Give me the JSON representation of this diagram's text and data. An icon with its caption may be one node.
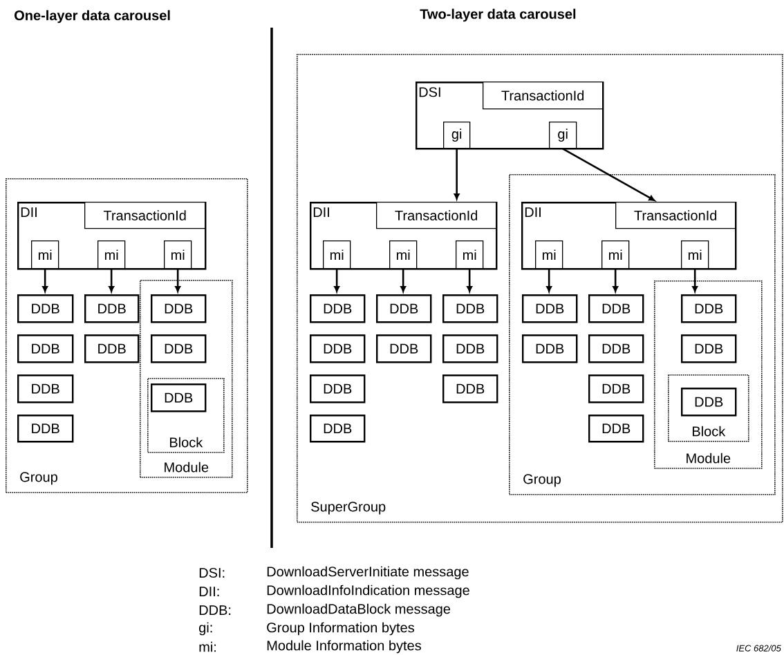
{
  "diagram": {
    "nodes": [
      {
        "text": [
          "Group"
        ]
      },
      {
        "text": [
          "DII"
        ],
        "in": 0
      },
      {
        "text": [
          "TransactionId"
        ],
        "in": 1
      },
      {
        "text": [
          "mi"
        ],
        "in": 1
      },
      {
        "text": [
          "mi"
        ],
        "in": 1
      },
      {
        "text": [
          "mi"
        ],
        "in": 1
      },
      {
        "text": [
          "DDB"
        ],
        "in": 0
      },
      {
        "text": [
          "DDB"
        ],
        "in": 0
      },
      {
        "text": [
          "DDB"
        ],
        "in": 0
      },
      {
        "text": [
          "DDB"
        ],
        "in": 0
      },
      {
        "text": [
          "DDB"
        ],
        "in": 0
      },
      {
        "text": [
          "DDB"
        ],
        "in": 0
      },
      {
        "text": [
          "Module"
        ],
        "in": 0
      },
      {
        "text": [
          "DDB"
        ],
        "in": 12
      },
      {
        "text": [
          "DDB"
        ],
        "in": 12
      },
      {
        "text": [
          "Block"
        ],
        "in": 12
      },
      {
        "text": [
          "DDB"
        ],
        "in": 15
      },
      {
        "text": [
          "SuperGroup"
        ]
      },
      {
        "text": [
          "DSI"
        ],
        "in": 17
      },
      {
        "text": [
          "TransactionId"
        ],
        "in": 18
      },
      {
        "text": [
          "gi"
        ],
        "in": 18
      },
      {
        "text": [
          "gi"
        ],
        "in": 18
      },
      {
        "text": [
          "DII"
        ],
        "in": 17
      },
      {
        "text": [
          "TransactionId"
        ],
        "in": 22
      },
      {
        "text": [
          "mi"
        ],
        "in": 22
      },
      {
        "text": [
          "mi"
        ],
        "in": 22
      },
      {
        "text": [
          "mi"
        ],
        "in": 22
      },
      {
        "text": [
          "DDB"
        ],
        "in": 17
      },
      {
        "text": [
          "DDB"
        ],
        "in": 17
      },
      {
        "text": [
          "DDB"
        ],
        "in": 17
      },
      {
        "text": [
          "DDB"
        ],
        "in": 17
      },
      {
        "text": [
          "DDB"
        ],
        "in": 17
      },
      {
        "text": [
          "DDB"
        ],
        "in": 17
      },
      {
        "text": [
          "DDB"
        ],
        "in": 17
      },
      {
        "text": [
          "DDB"
        ],
        "in": 17
      },
      {
        "text": [
          "DDB"
        ],
        "in": 17
      },
      {
        "text": [
          "Group"
        ],
        "in": 17
      },
      {
        "text": [
          "DII"
        ],
        "in": 36
      },
      {
        "text": [
          "TransactionId"
        ],
        "in": 37
      },
      {
        "text": [
          "mi"
        ],
        "in": 37
      },
      {
        "text": [
          "mi"
        ],
        "in": 37
      },
      {
        "text": [
          "mi"
        ],
        "in": 37
      },
      {
        "text": [
          "DDB"
        ],
        "in": 36
      },
      {
        "text": [
          "DDB"
        ],
        "in": 36
      },
      {
        "text": [
          "DDB"
        ],
        "in": 36
      },
      {
        "text": [
          "DDB"
        ],
        "in": 36
      },
      {
        "text": [
          "DDB"
        ],
        "in": 36
      },
      {
        "text": [
          "DDB"
        ],
        "in": 36
      },
      {
        "text": [
          "Module"
        ],
        "in": 36
      },
      {
        "text": [
          "DDB"
        ],
        "in": 48
      },
      {
        "text": [
          "DDB"
        ],
        "in": 48
      },
      {
        "text": [
          "Block"
        ],
        "in": 48
      },
      {
        "text": [
          "DDB"
        ],
        "in": 51
      }
    ],
    "edges": [
      {
        "from": 3,
        "to": 6,
        "arrow": "to"
      },
      {
        "from": 4,
        "to": 10,
        "arrow": "to"
      },
      {
        "from": 5,
        "to": 13,
        "arrow": "to"
      },
      {
        "from": 20,
        "to": 22,
        "arrow": "to"
      },
      {
        "from": 21,
        "to": 37,
        "arrow": "to"
      },
      {
        "from": 24,
        "to": 27,
        "arrow": "to"
      },
      {
        "from": 25,
        "to": 31,
        "arrow": "to"
      },
      {
        "from": 26,
        "to": 33,
        "arrow": "to"
      },
      {
        "from": 39,
        "to": 42,
        "arrow": "to"
      },
      {
        "from": 40,
        "to": 44,
        "arrow": "to"
      },
      {
        "from": 41,
        "to": 49,
        "arrow": "to"
      }
    ],
    "labels": [
      "One-layer data carousel",
      "Two-layer data carousel",
      "DSI:",
      "DownloadServerInitiate message",
      "DII:",
      "DownloadInfoIndication message",
      "DDB:",
      "DownloadDataBlock message",
      "gi:",
      "Group Information bytes",
      "mi:",
      "Module Information bytes",
      "IEC 682/05"
    ]
  }
}
